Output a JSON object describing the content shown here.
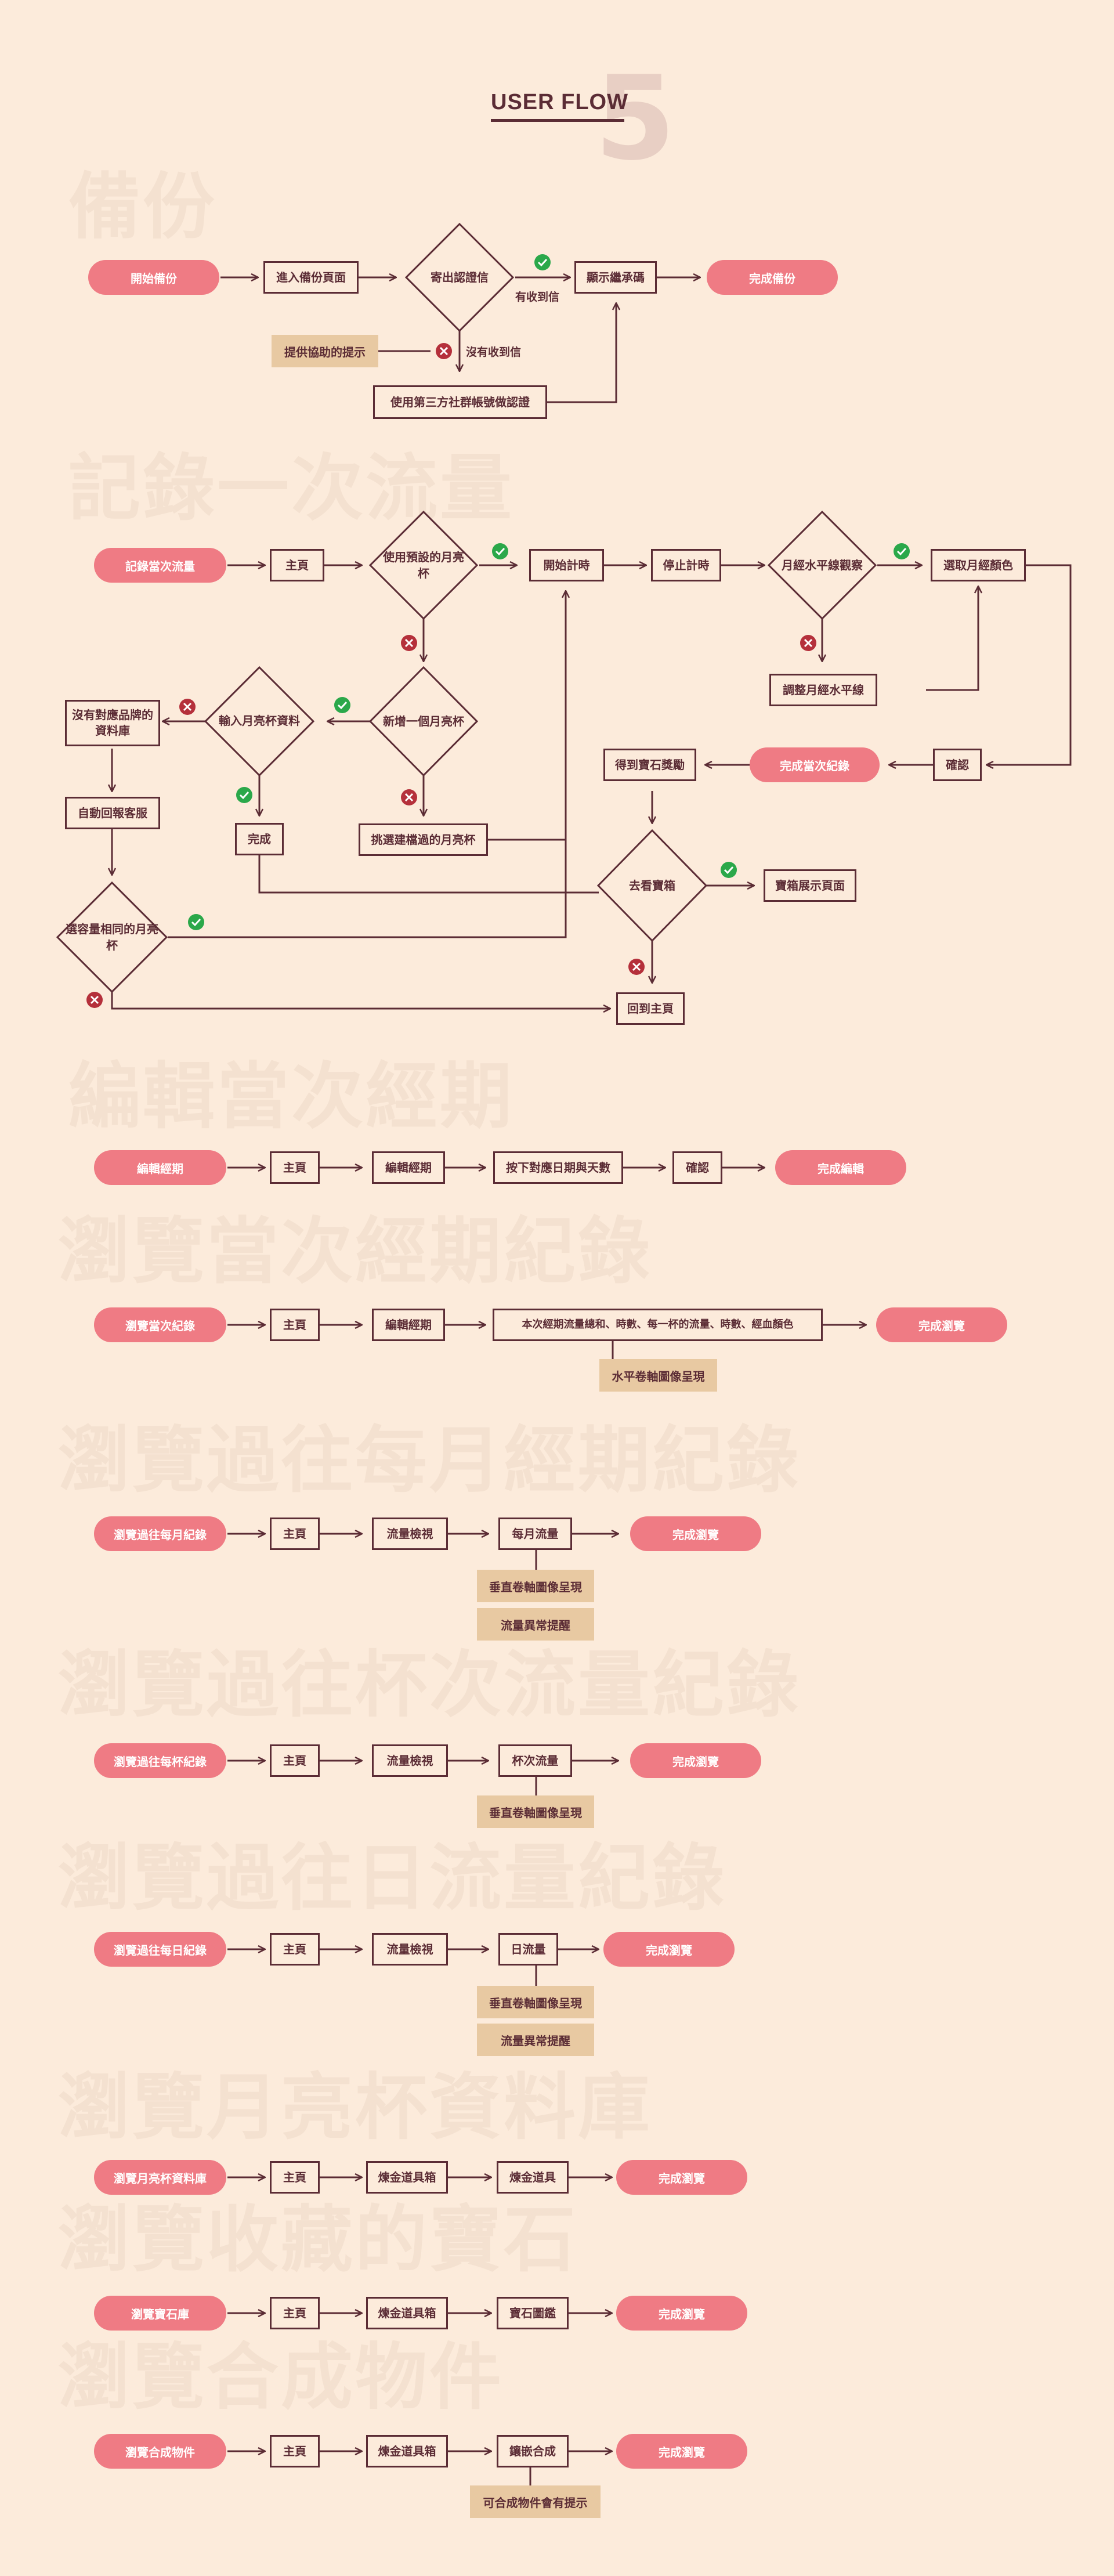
{
  "header": {
    "title": "USER FLOW",
    "number": "5"
  },
  "colors": {
    "background": "#fcebdb",
    "primary": "#5b2c35",
    "pill": "#ef7b84",
    "note": "#e8c9a2",
    "ok": "#2ba84a",
    "no": "#b5303b"
  },
  "sections": {
    "backup": {
      "title": "備份",
      "start": "開始備份",
      "enter_page": "進入備份頁面",
      "send_mail": "寄出認證信",
      "got_mail": "有收到信",
      "no_mail": "沒有收到信",
      "show_code": "顯示繼承碼",
      "done": "完成備份",
      "help_tip": "提供協助的提示",
      "social_login": "使用第三方社群帳號做認證"
    },
    "record": {
      "title": "記錄一次流量",
      "start": "記錄當次流量",
      "home": "主頁",
      "use_default": "使用預設的月亮杯",
      "start_timer": "開始計時",
      "stop_timer": "停止計時",
      "level_observe": "月經水平線觀察",
      "pick_color": "選取月經顏色",
      "adjust_level": "調整月經水平線",
      "confirm": "確認",
      "done": "完成當次紀錄",
      "get_reward": "得到寶石獎勵",
      "new_cup": "新增一個月亮杯",
      "enter_cup": "輸入月亮杯資料",
      "no_brand": "沒有對應品牌的資料庫",
      "auto_reply": "自動回報客服",
      "complete": "完成",
      "pick_built": "挑選建檔過的月亮杯",
      "pick_same": "選容量相同的月亮杯",
      "see_box": "去看寶箱",
      "box_page": "寶箱展示頁面",
      "back_home": "回到主頁"
    },
    "edit": {
      "title": "編輯當次經期",
      "start": "編輯經期",
      "home": "主頁",
      "edit_period": "編輯經期",
      "pick_date": "按下對應日期與天數",
      "confirm": "確認",
      "done": "完成編輯"
    },
    "browse_current": {
      "title": "瀏覽當次經期紀錄",
      "start": "瀏覽當次紀錄",
      "home": "主頁",
      "edit_period": "編輯經期",
      "summary": "本次經期流量總和、時數、每一杯的流量、時數、經血顏色",
      "done": "完成瀏覽",
      "note": "水平卷軸圖像呈現"
    },
    "browse_month": {
      "title": "瀏覽過往每月經期紀錄",
      "start": "瀏覽過往每月紀錄",
      "home": "主頁",
      "review": "流量檢視",
      "flow": "每月流量",
      "done": "完成瀏覽",
      "note1": "垂直卷軸圖像呈現",
      "note2": "流量異常提醒"
    },
    "browse_cup": {
      "title": "瀏覽過往杯次流量紀錄",
      "start": "瀏覽過往每杯紀錄",
      "home": "主頁",
      "review": "流量檢視",
      "flow": "杯次流量",
      "done": "完成瀏覽",
      "note1": "垂直卷軸圖像呈現"
    },
    "browse_day": {
      "title": "瀏覽過往日流量紀錄",
      "start": "瀏覽過往每日紀錄",
      "home": "主頁",
      "review": "流量檢視",
      "flow": "日流量",
      "done": "完成瀏覽",
      "note1": "垂直卷軸圖像呈現",
      "note2": "流量異常提醒"
    },
    "browse_db": {
      "title": "瀏覽月亮杯資料庫",
      "start": "瀏覽月亮杯資料庫",
      "home": "主頁",
      "toolbox": "煉金道具箱",
      "item": "煉金道具",
      "done": "完成瀏覽"
    },
    "browse_gem": {
      "title": "瀏覽收藏的寶石",
      "start": "瀏覽寶石庫",
      "home": "主頁",
      "toolbox": "煉金道具箱",
      "item": "寶石圖鑑",
      "done": "完成瀏覽"
    },
    "browse_craft": {
      "title": "瀏覽合成物件",
      "start": "瀏覽合成物件",
      "home": "主頁",
      "toolbox": "煉金道具箱",
      "item": "鑲嵌合成",
      "done": "完成瀏覽",
      "note1": "可合成物件會有提示"
    }
  }
}
